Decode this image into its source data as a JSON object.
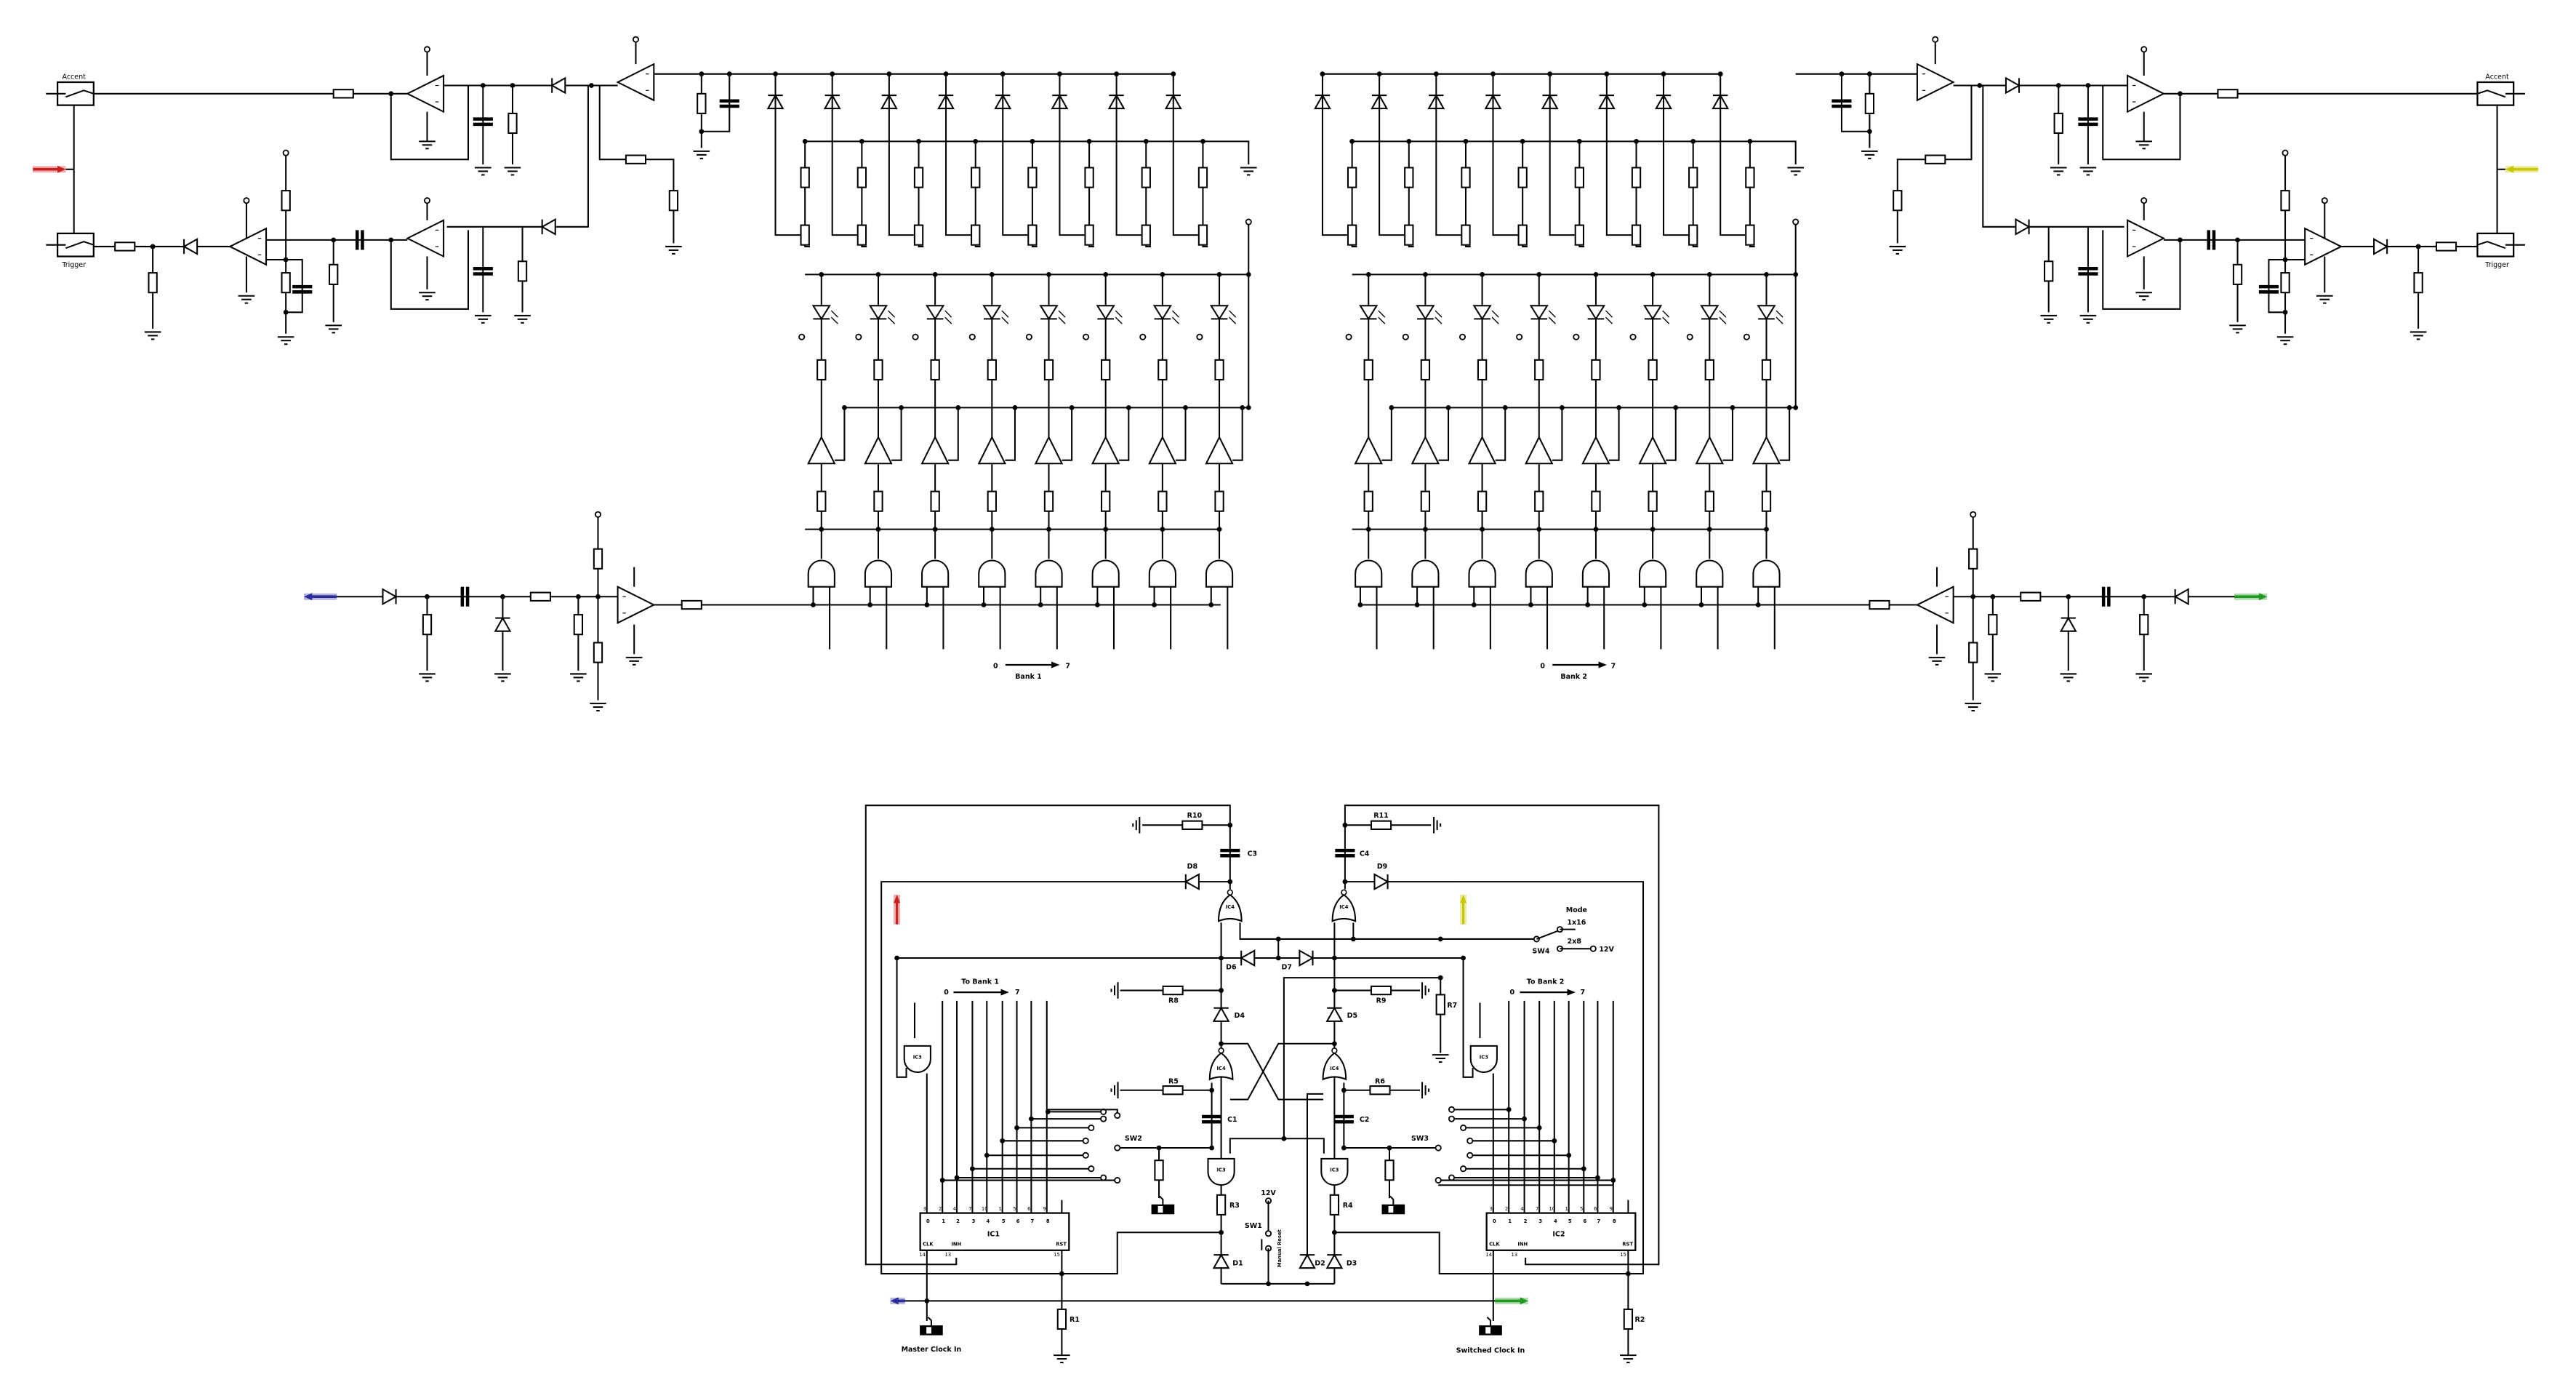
{
  "top_left": {
    "accent_label": "Accent",
    "trigger_label": "Trigger"
  },
  "top_right": {
    "accent_label": "Accent",
    "trigger_label": "Trigger"
  },
  "banks": [
    {
      "label": "Bank 1",
      "range_start": "0",
      "range_end": "7"
    },
    {
      "label": "Bank 2",
      "range_start": "0",
      "range_end": "7"
    }
  ],
  "io_colors": {
    "left_accent_trigger_in": "#cc1f1f",
    "left_clock_in": "#2b2b99",
    "right_accent_trigger_in": "#c8c800",
    "right_clock_in": "#1f9a1f"
  },
  "bottom": {
    "R1": "R1",
    "R2": "R2",
    "R3": "R3",
    "R4": "R4",
    "R5": "R5",
    "R6": "R6",
    "R7": "R7",
    "R8": "R8",
    "R9": "R9",
    "R10": "R10",
    "R11": "R11",
    "C1": "C1",
    "C2": "C2",
    "C3": "C3",
    "C4": "C4",
    "D1": "D1",
    "D2": "D2",
    "D3": "D3",
    "D4": "D4",
    "D5": "D5",
    "D6": "D6",
    "D7": "D7",
    "D8": "D8",
    "D9": "D9",
    "IC1": "IC1",
    "IC2": "IC2",
    "IC3": "IC3",
    "IC4": "IC4",
    "SW1": "SW1",
    "SW2": "SW2",
    "SW3": "SW3",
    "SW4": "SW4",
    "mode_label": "Mode",
    "mode_1x16": "1x16",
    "mode_2x8": "2x8",
    "supply_12v": "12V",
    "manual_reset": "Manual Reset",
    "to_bank_1": "To Bank 1",
    "to_bank_2": "To Bank 2",
    "range_start": "0",
    "range_end": "7",
    "master_clock_in": "Master Clock In",
    "switched_clock_in": "Switched Clock In",
    "counter_outputs": [
      "0",
      "1",
      "2",
      "3",
      "4",
      "5",
      "6",
      "7",
      "8"
    ],
    "counter_output_pins": [
      "3",
      "2",
      "4",
      "7",
      "10",
      "1",
      "5",
      "6",
      "9"
    ],
    "counter_clk": "CLK",
    "counter_inh": "INH",
    "counter_rst": "RST",
    "counter_clk_pin": "14",
    "counter_inh_pin": "13",
    "counter_rst_pin": "15"
  }
}
